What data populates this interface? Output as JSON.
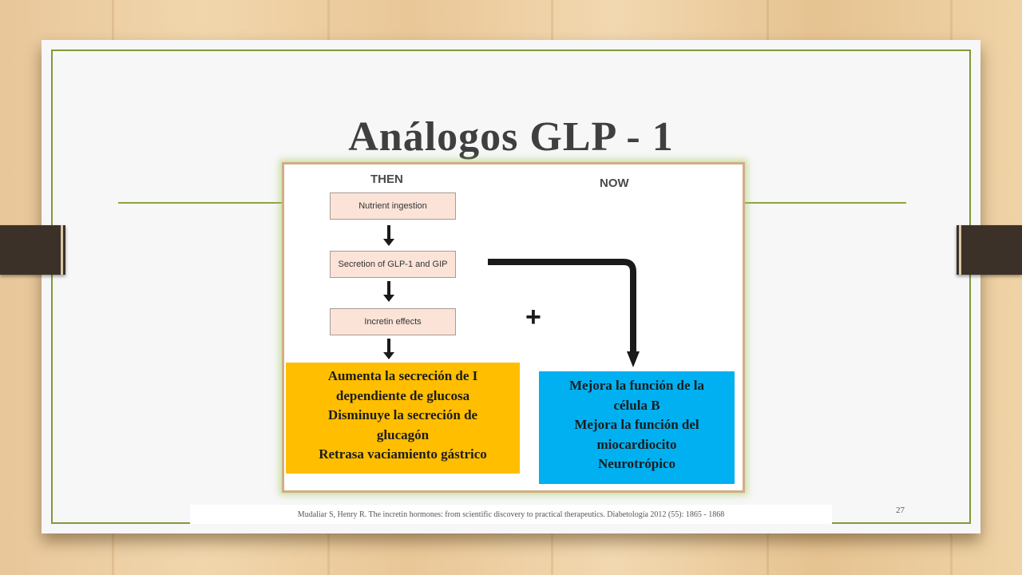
{
  "slide": {
    "title": "Análogos GLP - 1",
    "page_number": "27",
    "reference": "Mudaliar S, Henry R. The incretin hormones: from scientific discovery to practical therapeutics. Diabetología 2012 (55): 1865 - 1868"
  },
  "figure": {
    "then_heading": "THEN",
    "now_heading": "NOW",
    "plus_symbol": "+",
    "steps": [
      "Nutrient ingestion",
      "Secretion of GLP-1 and GIP",
      "Incretin effects"
    ]
  },
  "callouts": {
    "orange": {
      "lines": [
        "Aumenta la secreción de I",
        "dependiente de glucosa",
        "Disminuye la secreción de",
        "glucagón",
        "Retrasa vaciamiento gástrico"
      ],
      "color": "#ffbe00"
    },
    "blue": {
      "lines": [
        "Mejora la función de la",
        "célula B",
        "Mejora la función del",
        "miocardiocito",
        "Neurotrópico"
      ],
      "color": "#00b0f0"
    }
  },
  "colors": {
    "accent_green": "#8aa63f",
    "title_gray": "#3f3f3f",
    "flow_box_fill": "#fbe3d8"
  }
}
